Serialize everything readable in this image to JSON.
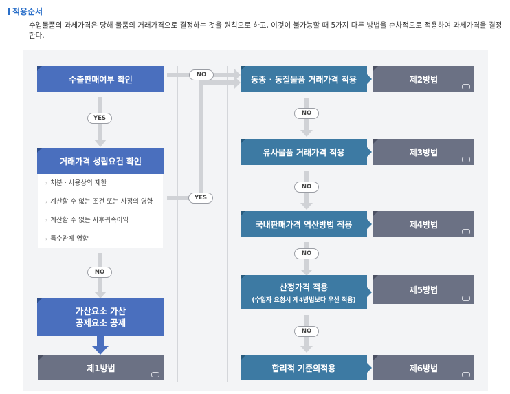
{
  "section_title": "적용순서",
  "description": "수입물품의 과세가격은 당해 물품의 거래가격으로 결정하는 것을 원칙으로 하고, 이것이 불가능할 때 5가지 다른 방법을 순차적으로 적용하여 과세가격을 결정한다.",
  "left": {
    "check_export": "수출판매여부 확인",
    "yes1": "YES",
    "check_transaction": "거래가격 성립요건 확인",
    "conditions": [
      "처분 · 사용상의 제한",
      "계산할 수 없는 조건 또는 사정의 영향",
      "계산할 수 없는 사후귀속이익",
      "특수관계 영향"
    ],
    "no1": "NO",
    "adjust_line1": "가산요소 가산",
    "adjust_line2": "공제요소 공제",
    "method1": "제1방법"
  },
  "connectors": {
    "no_top": "NO",
    "yes_mid": "YES"
  },
  "right": {
    "steps": [
      {
        "label": "동종 · 동질물품 거래가격 적용",
        "sub": "",
        "method": "제2방법"
      },
      {
        "label": "유사물품 거래가격 적용",
        "sub": "",
        "method": "제3방법"
      },
      {
        "label": "국내판매가격 역산방법 적용",
        "sub": "",
        "method": "제4방법"
      },
      {
        "label": "산정가격 적용",
        "sub": "(수입자 요청시 제4방법보다 우선 적용)",
        "method": "제5방법"
      },
      {
        "label": "합리적 기준의적용",
        "sub": "",
        "method": "제6방법"
      }
    ],
    "no_labels": [
      "NO",
      "NO",
      "NO",
      "NO"
    ]
  },
  "colors": {
    "title": "#2a6fc9",
    "left_box": "#4a6fbe",
    "right_box": "#3d7aa3",
    "method_box": "#6b7184"
  }
}
